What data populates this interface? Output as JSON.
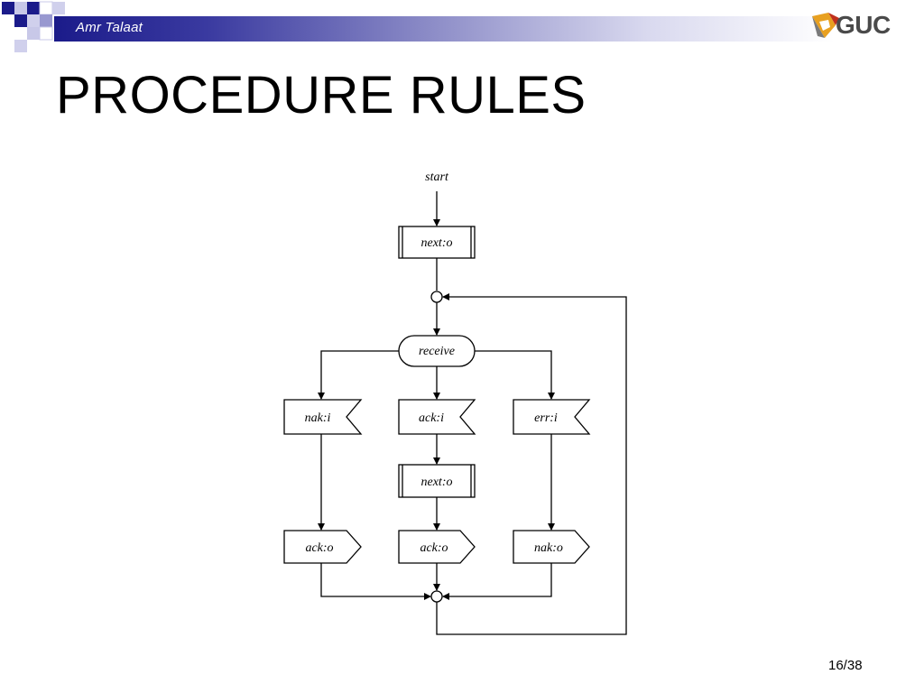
{
  "header": {
    "author": "Amr Talaat",
    "logo_text": "GUC",
    "logo_icon": "guc-logo-icon"
  },
  "slide": {
    "title": "PROCEDURE RULES",
    "number": "16/38"
  },
  "diagram": {
    "start": "start",
    "next_top": "next:o",
    "receive": "receive",
    "nak_in": "nak:i",
    "ack_in": "ack:i",
    "err_in": "err:i",
    "next_mid": "next:o",
    "ack_out_left": "ack:o",
    "ack_out_mid": "ack:o",
    "nak_out": "nak:o"
  }
}
